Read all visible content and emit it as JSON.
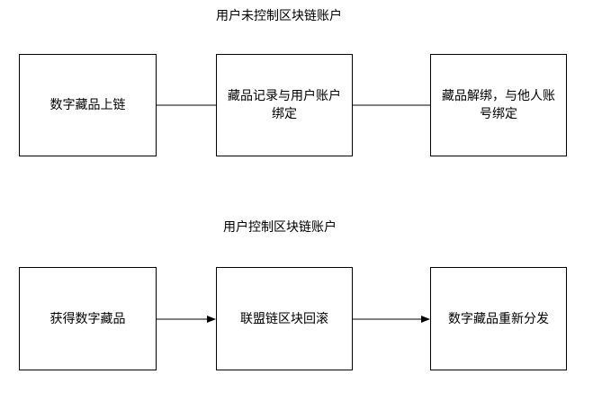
{
  "diagram": {
    "top_section": {
      "title": "用户未控制区块链账户",
      "nodes": [
        {
          "label": "数字藏品上链"
        },
        {
          "label": "藏品记录与用户账户绑定"
        },
        {
          "label": "藏品解绑，与他人账号绑定"
        }
      ],
      "edges": [
        {
          "from": 0,
          "to": 1,
          "style": "line"
        },
        {
          "from": 1,
          "to": 2,
          "style": "line"
        }
      ]
    },
    "bottom_section": {
      "title": "用户控制区块链账户",
      "nodes": [
        {
          "label": "获得数字藏品"
        },
        {
          "label": "联盟链区块回滚"
        },
        {
          "label": "数字藏品重新分发"
        }
      ],
      "edges": [
        {
          "from": 0,
          "to": 1,
          "style": "arrow"
        },
        {
          "from": 1,
          "to": 2,
          "style": "arrow"
        }
      ]
    },
    "colors": {
      "stroke": "#000000",
      "background": "#ffffff",
      "text": "#000000"
    }
  }
}
